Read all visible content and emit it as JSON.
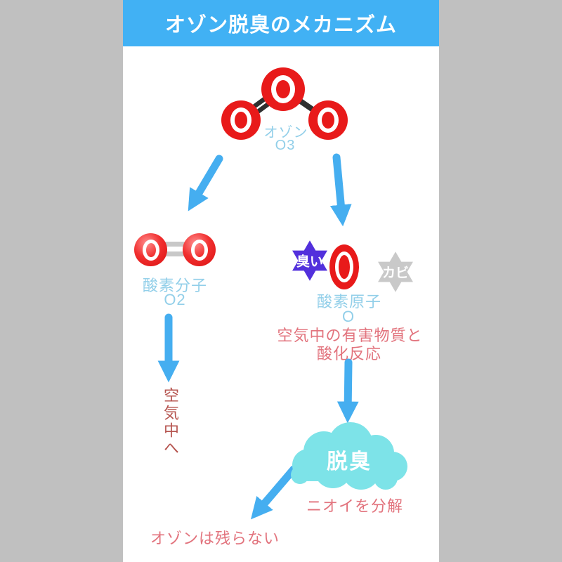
{
  "title": "オゾン脱臭のメカニズム",
  "colors": {
    "header_blue": "#41b1f4",
    "arrow_blue": "#45aef0",
    "light_blue_text": "#92cfe9",
    "pink_text": "#e2737d",
    "brick_red_text": "#b5534e",
    "atom_red": "#e81a1a",
    "cloud_teal": "#7de3e8",
    "odor_star_purple": "#5230dc",
    "mold_star_gray": "#c9c9c9",
    "bond_dark": "#2f2f2f",
    "outer_gray": "#c0c0c0"
  },
  "ozone": {
    "label": "オゾン",
    "formula": "O3"
  },
  "oxygen_molecule": {
    "label": "酸素分子",
    "formula": "O2",
    "release_note": "空気中へ"
  },
  "oxygen_atom": {
    "label": "酸素原子",
    "formula": "O",
    "odor_badge": "臭い",
    "mold_badge": "カビ",
    "reaction_line1": "空気中の有害物質と",
    "reaction_line2": "酸化反応"
  },
  "result": {
    "cloud_label": "脱臭",
    "decompose_label": "ニオイを分解",
    "no_residue_label": "オゾンは残らない"
  }
}
